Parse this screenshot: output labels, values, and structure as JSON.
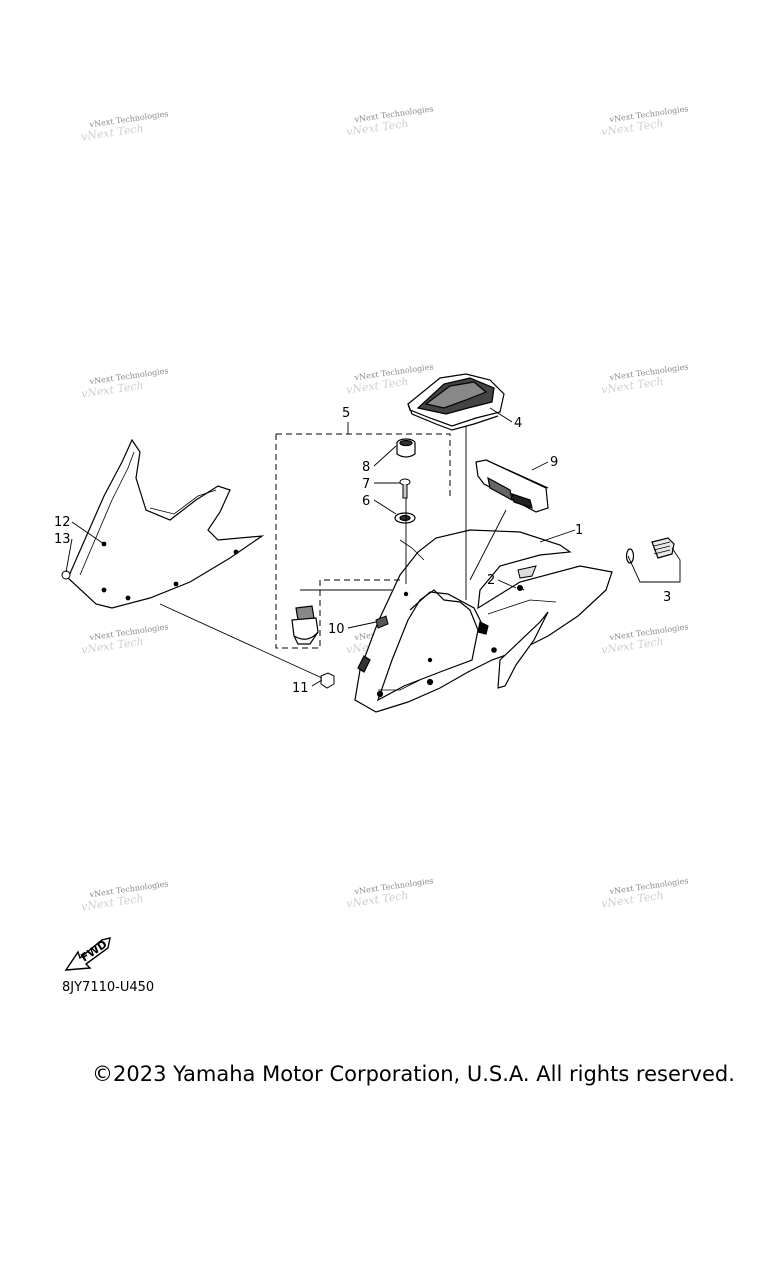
{
  "watermark": {
    "text": "vNext Technologies"
  },
  "callouts": {
    "c1": "1",
    "c2": "2",
    "c3": "3",
    "c4": "4",
    "c5": "5",
    "c6": "6",
    "c7": "7",
    "c8": "8",
    "c9": "9",
    "c10": "10",
    "c11": "11",
    "c12": "12",
    "c13": "13"
  },
  "fwd_label": "FWD",
  "diagram_code": "8JY7110-U450",
  "copyright": "©2023 Yamaha Motor Corporation, U.S.A. All rights reserved."
}
